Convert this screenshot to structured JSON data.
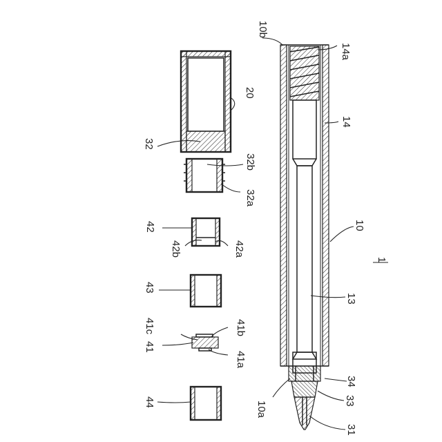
{
  "figure": {
    "labels": {
      "l10b": "10b",
      "l14a": "14a",
      "l20": "20",
      "l14": "14",
      "l32": "32",
      "l32b": "32b",
      "l32a": "32a",
      "l10": "10",
      "l42": "42",
      "l42b": "42b",
      "l42a": "42a",
      "l1": "1",
      "l43": "43",
      "l13": "13",
      "l41c": "41c",
      "l41b": "41b",
      "l41": "41",
      "l41a": "41a",
      "l34": "34",
      "l44": "44",
      "l33": "33",
      "l10a": "10a",
      "l31": "31"
    }
  }
}
